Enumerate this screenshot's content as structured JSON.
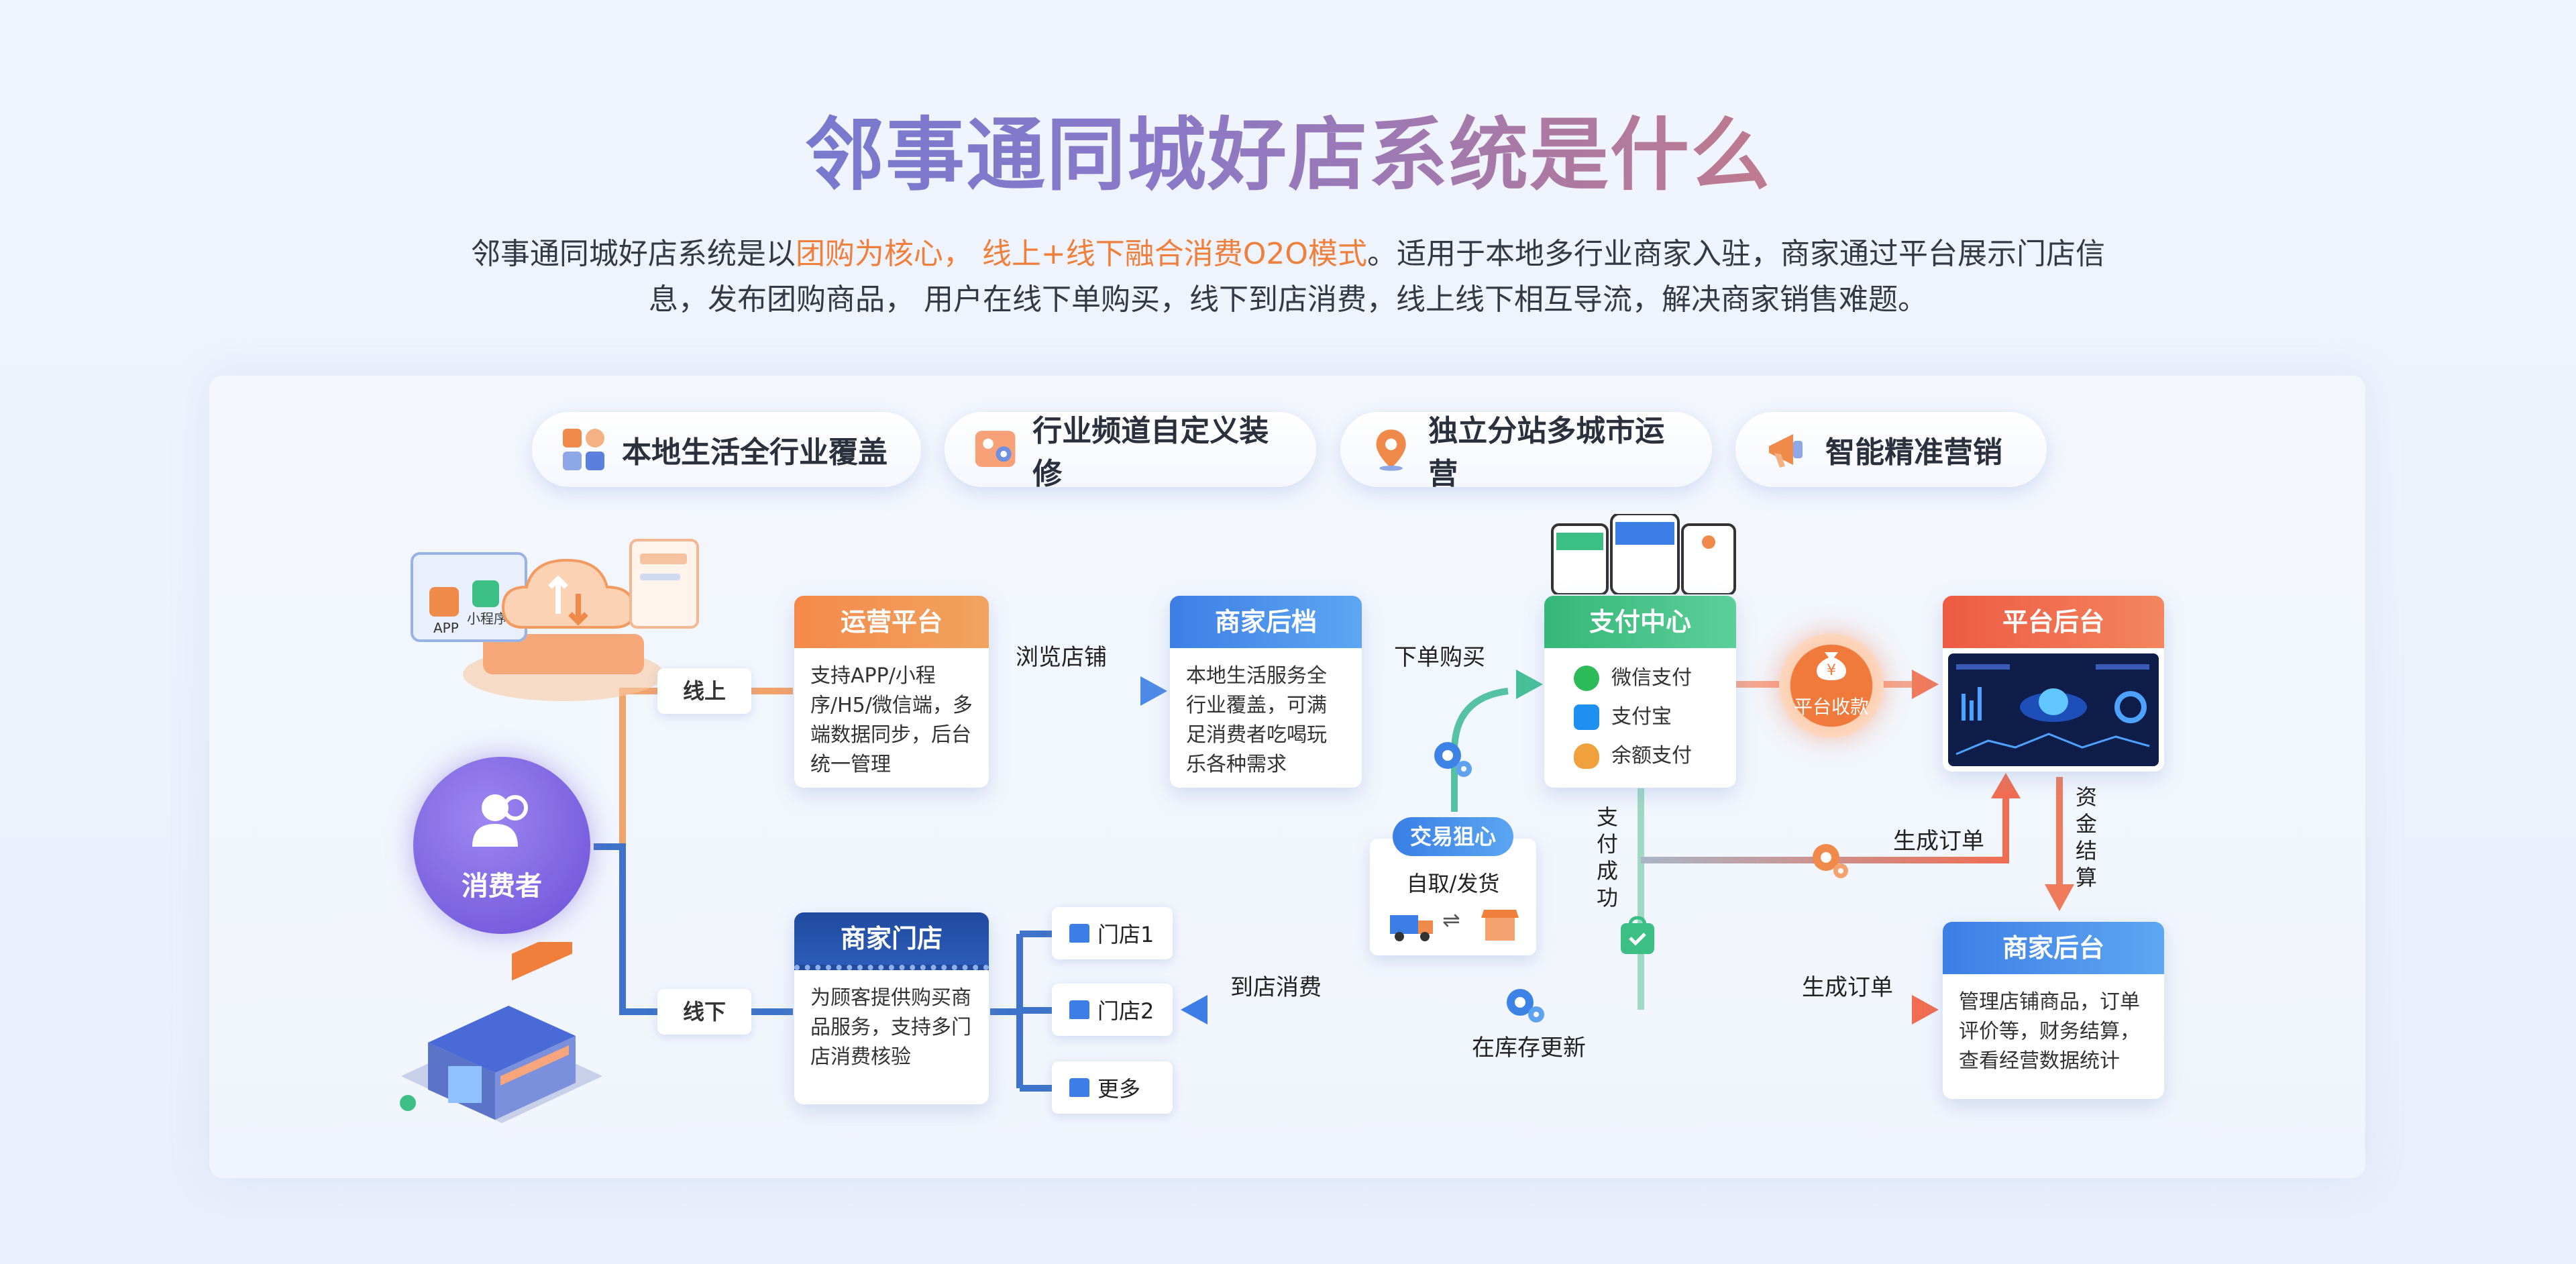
{
  "title": "邻事通同城好店系统是什么",
  "intro": {
    "p1": "邻事通同城好店系统是以",
    "hl": "团购为核心， 线上+线下融合消费O2O模式",
    "p2": "。适用于本地多行业商家入驻，商家通过平台展示门店信",
    "line2": "息，发布团购商品， 用户在线下单购买，线下到店消费，线上线下相互导流，解决商家销售难题。"
  },
  "features": [
    {
      "label": "本地生活全行业覆盖",
      "icon": "grid-apps-icon"
    },
    {
      "label": "行业频道自定义装修",
      "icon": "decor-settings-icon"
    },
    {
      "label": "独立分站多城市运营",
      "icon": "location-pin-icon"
    },
    {
      "label": "智能精准营销",
      "icon": "megaphone-icon"
    }
  ],
  "consumer": "消费者",
  "online_tag": "线上",
  "offline_tag": "线下",
  "app_labels": {
    "app": "APP",
    "mini": "小程序"
  },
  "ops_platform": {
    "title": "运营平台",
    "body": "支持APP/小程序/H5/微信端，多端数据同步，后台统一管理"
  },
  "browse_label": "浏览店铺",
  "merchant_backend": {
    "title": "商家后档",
    "body": "本地生活服务全行业覆盖，可满足消费者吃喝玩乐各种需求"
  },
  "order_label": "下单购买",
  "payment_center": {
    "title": "支付中心",
    "methods": [
      "微信支付",
      "支付宝",
      "余额支付"
    ]
  },
  "platform_collect": "平台收款",
  "platform_backend": {
    "title": "平台后台"
  },
  "settlement": "资金结算",
  "gen_order_top": "生成订单",
  "pay_success": "支付成功",
  "trade_hub": {
    "title": "交易狙心",
    "sub": "自取/发货",
    "swap": "⇌"
  },
  "merchant_store": {
    "title": "商家门店",
    "body": "为顾客提供购买商品服务，支持多门店消费核验"
  },
  "stores": [
    "门店1",
    "门店2",
    "更多"
  ],
  "in_store_label": "到店消费",
  "stock_label": "在库存更新",
  "gen_order_bottom": "生成订单",
  "merchant_admin": {
    "title": "商家后台",
    "body": "管理店铺商品，订单评价等，财务结算，查看经营数据统计"
  },
  "colors": {
    "orange": "#f07f3c",
    "blue": "#3d7ee6",
    "green": "#3cbf85",
    "red": "#f0644c",
    "navy": "#274c9c"
  }
}
